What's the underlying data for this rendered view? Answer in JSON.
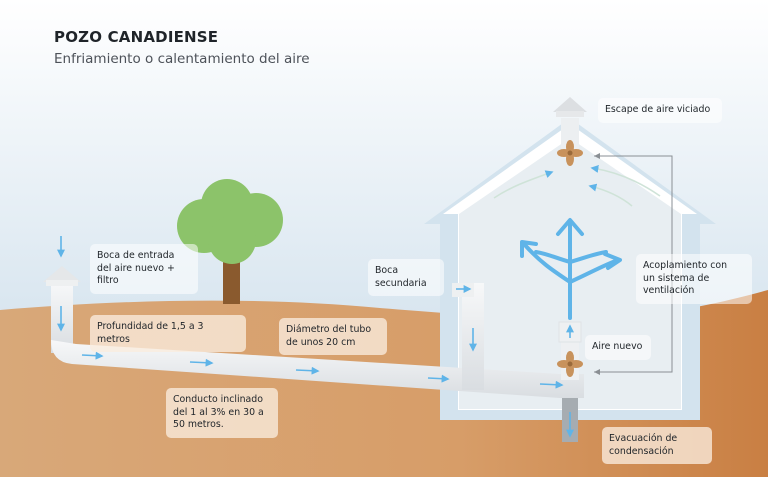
{
  "header": {
    "title": "POZO CANADIENSE",
    "subtitle": "Enfriamiento o calentamiento del aire"
  },
  "labels": {
    "escape": "Escape de aire viciado",
    "boca_entrada": "Boca de entrada\ndel aire nuevo +\nfiltro",
    "boca_secundaria": "Boca\nsecundaria",
    "acoplamiento": "Acoplamiento  con\nun sistema de\nventilación",
    "profundidad": "Profundidad de 1,5 a 3 metros",
    "diametro": "Diámetro del tubo\nde unos 20 cm",
    "aire_nuevo": "Aire nuevo",
    "conducto": "Conducto inclinado\ndel 1 al 3% en 30 a\n50 metros.",
    "evacuacion": "Evacuación de\ncondensación"
  },
  "colors": {
    "sky_top": "#ffffff",
    "sky_bottom": "#c9dbe9",
    "ground": "#d9a272",
    "ground_dark": "#c8804a",
    "house_wall": "#e9eff3",
    "house_outline": "#cfe0ec",
    "pipe": "#eef0f2",
    "air_arrow": "#5fb4e8",
    "fan": "#c8925c",
    "tree_crown": "#8cc36a",
    "tree_trunk": "#8a5a2e"
  },
  "icons": [
    "fan-icon",
    "arrow-icon",
    "tree-icon",
    "house-icon",
    "cap-icon"
  ]
}
